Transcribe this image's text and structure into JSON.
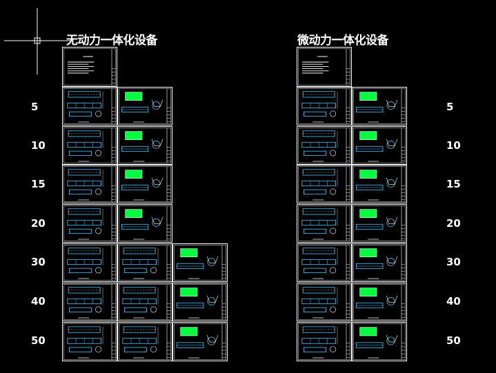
{
  "left_group": {
    "title": "无动力一体化设备",
    "row_labels": [
      "5",
      "10",
      "15",
      "20",
      "30",
      "40",
      "50"
    ]
  },
  "right_group": {
    "title": "微动力一体化设备",
    "row_labels": [
      "5",
      "10",
      "15",
      "20",
      "30",
      "40",
      "50"
    ]
  },
  "colors": {
    "background": "#000000",
    "frame": "#ffffff",
    "tank_fill": "#00ff3c",
    "linework": "#4ec9ff",
    "crosshair": "#ffffff"
  },
  "icons": [
    "crosshair-cursor-icon"
  ]
}
